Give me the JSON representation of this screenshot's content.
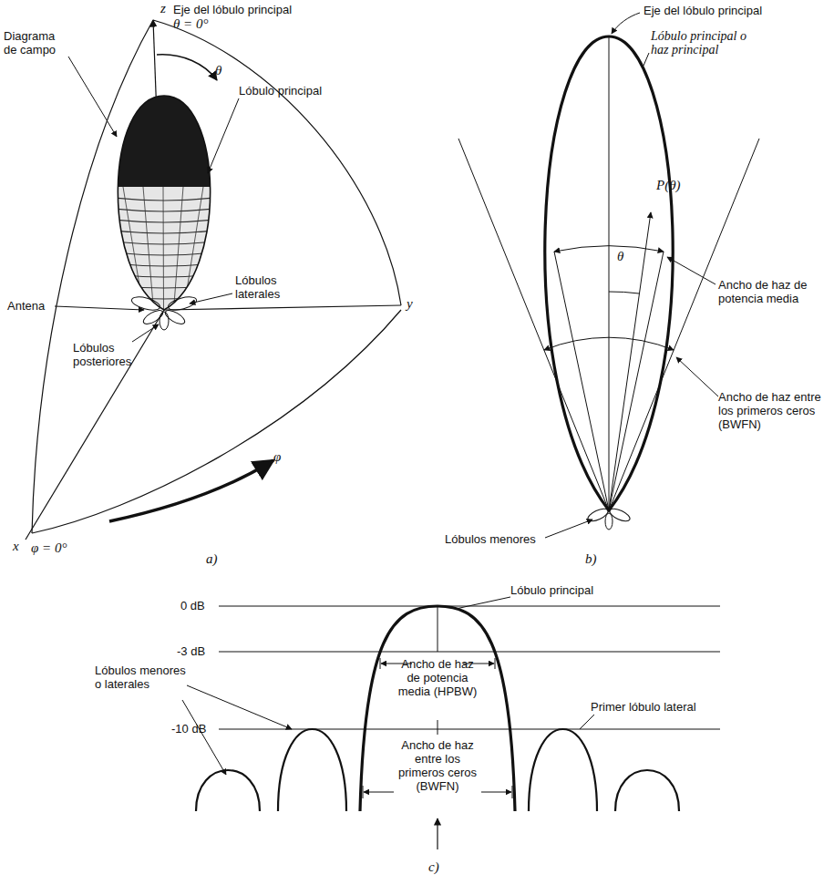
{
  "diagram": {
    "labels": [
      "z",
      "Eje del lóbulo principal",
      "θ = 0°",
      "Diagrama de campo",
      "θ",
      "Lóbulo principal",
      "Lóbulos laterales",
      "Antena",
      "y",
      "Lóbulos posteriores",
      "φ",
      "x",
      "φ = 0°",
      "a)",
      "Eje del lóbulo principal",
      "Lóbulo principal o haz principal",
      "P(θ)",
      "θ",
      "Ancho de haz de potencia media",
      "Ancho de haz entre los primeros ceros (BWFN)",
      "Lóbulos menores",
      "b)",
      "0 dB",
      "-3 dB",
      "-10 dB",
      "Lóbulo principal",
      "Lóbulos menores o laterales",
      "Ancho de haz de potencia media (HPBW)",
      "Primer lóbulo lateral",
      "Ancho de haz entre los primeros ceros (BWFN)",
      "c)"
    ]
  }
}
